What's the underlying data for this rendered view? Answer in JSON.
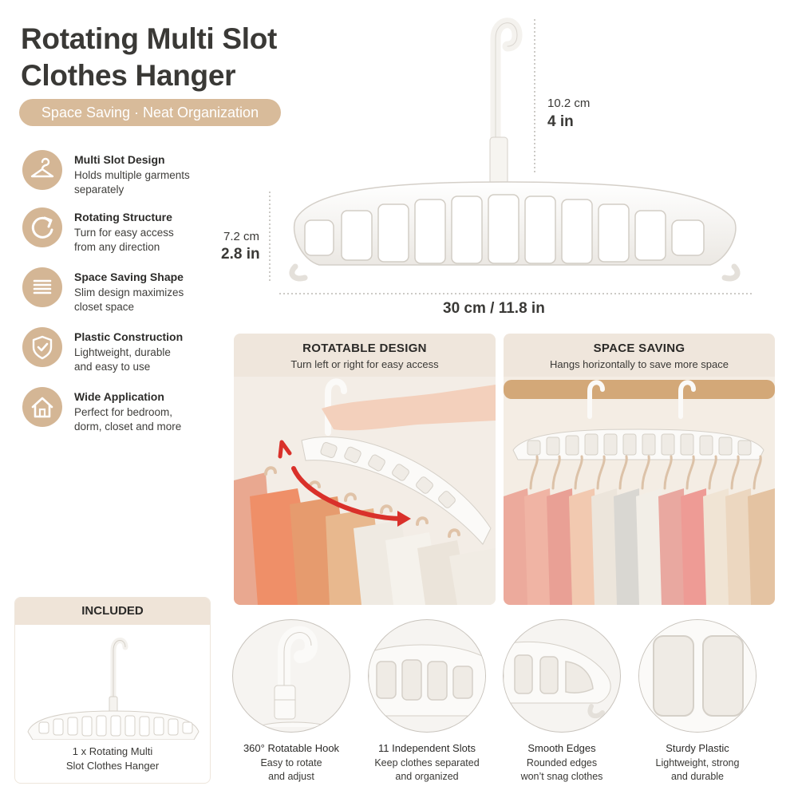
{
  "header": {
    "title_line1": "Rotating Multi Slot",
    "title_line2": "Clothes Hanger",
    "tagline": "Space Saving · Neat Organization"
  },
  "features": [
    {
      "title": "Multi Slot Design",
      "line1": "Holds multiple garments",
      "line2": "separately",
      "icon": "hanger-icon"
    },
    {
      "title": "Rotating Structure",
      "line1": "Turn for easy access",
      "line2": "from any direction",
      "icon": "rotate-icon"
    },
    {
      "title": "Space Saving Shape",
      "line1": "Slim design maximizes",
      "line2": "closet space",
      "icon": "stack-lines-icon"
    },
    {
      "title": "Plastic Construction",
      "line1": "Lightweight, durable",
      "line2": "and easy to use",
      "icon": "shield-check-icon"
    },
    {
      "title": "Wide Application",
      "line1": "Perfect for bedroom,",
      "line2": "dorm, closet and more",
      "icon": "home-icon"
    }
  ],
  "dimensions": {
    "hook_cm": "10.2 cm",
    "hook_in": "4 in",
    "height_cm": "7.2 cm",
    "height_in": "2.8 in",
    "width": "30 cm / 11.8 in"
  },
  "panels": {
    "rotatable": {
      "title": "ROTATABLE DESIGN",
      "subtitle": "Turn left or right for easy access"
    },
    "space": {
      "title": "SPACE SAVING",
      "subtitle": "Hangs horizontally to save more space"
    }
  },
  "included": {
    "heading": "INCLUDED",
    "line1": "1 x Rotating Multi",
    "line2": "Slot Clothes Hanger"
  },
  "details": [
    {
      "title": "360° Rotatable Hook",
      "line1": "Easy to rotate",
      "line2": "and adjust"
    },
    {
      "title": "11 Independent Slots",
      "line1": "Keep clothes separated",
      "line2": "and organized"
    },
    {
      "title": "Smooth Edges",
      "line1": "Rounded edges",
      "line2": "won’t snag clothes"
    },
    {
      "title": "Sturdy Plastic",
      "line1": "Lightweight, strong",
      "line2": "and durable"
    }
  ],
  "colors": {
    "accent_tan": "#d4b695",
    "panel_beige": "#efe6dc",
    "hanger_white": "#fbfaf8",
    "arrow_red": "#d9302a"
  }
}
